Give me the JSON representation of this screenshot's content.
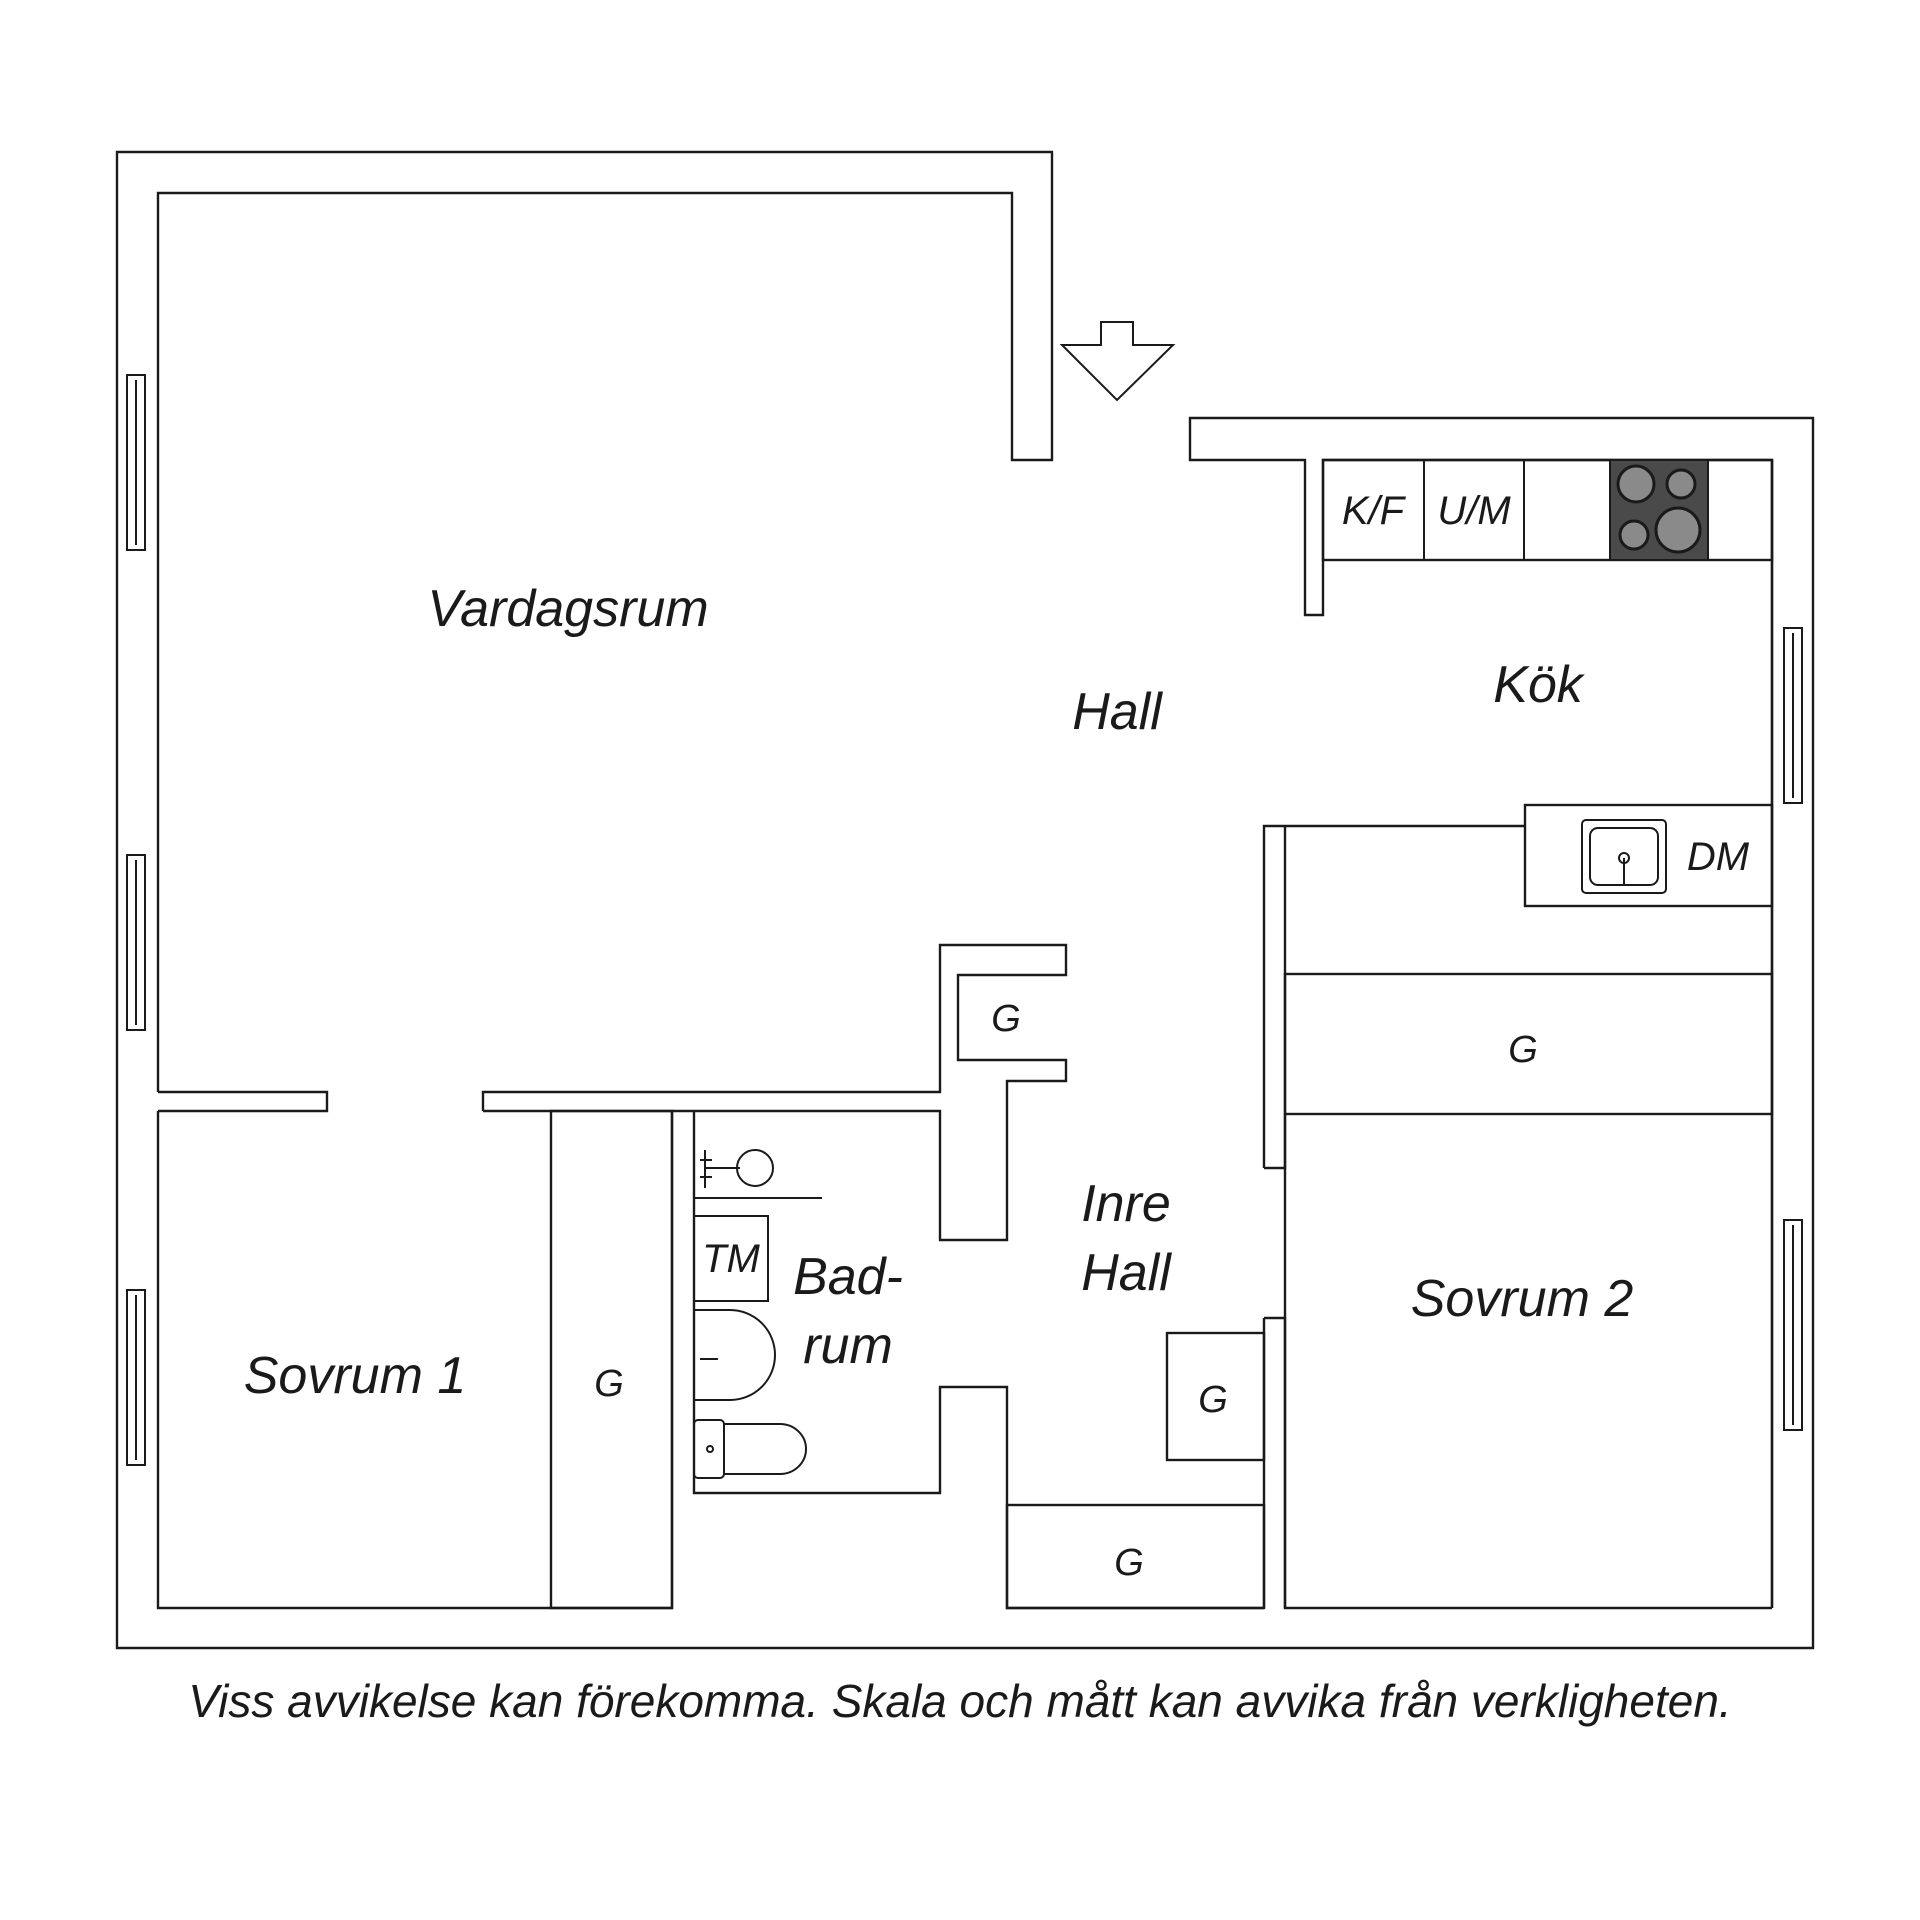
{
  "rooms": {
    "vardagsrum": "Vardagsrum",
    "hall": "Hall",
    "kok": "Kök",
    "inre_hall_1": "Inre",
    "inre_hall_2": "Hall",
    "badrum_1": "Bad-",
    "badrum_2": "rum",
    "sovrum1": "Sovrum 1",
    "sovrum2": "Sovrum 2"
  },
  "closets": {
    "hall": "G",
    "sovrum1": "G",
    "sovrum2_top": "G",
    "inre_hall": "G",
    "bottom": "G"
  },
  "appliances": {
    "fridge_freezer": "K/F",
    "oven_micro": "U/M",
    "dishwasher": "DM",
    "washing_machine": "TM"
  },
  "icons": {
    "entrance": "entrance-arrow-icon",
    "stove": "stove-icon",
    "sink": "sink-icon",
    "toilet": "toilet-icon"
  },
  "disclaimer": "Viss avvikelse kan förekomma. Skala och mått kan avvika från verkligheten."
}
